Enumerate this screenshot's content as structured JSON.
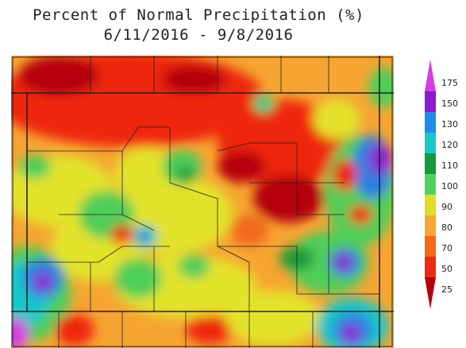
{
  "title": "Percent of Normal Precipitation (%)",
  "period": "6/11/2016 - 9/8/2016",
  "legend": {
    "labels": [
      "175",
      "150",
      "130",
      "120",
      "110",
      "100",
      "90",
      "80",
      "70",
      "50",
      "25"
    ],
    "colors": [
      "#d43de0",
      "#8a1ad3",
      "#1f8ee8",
      "#19c9c9",
      "#129c3a",
      "#52d35c",
      "#dede25",
      "#f7a833",
      "#f56919",
      "#ef2a14",
      "#b3000f"
    ]
  },
  "map_colors": {
    "dark_red": "#b5000d",
    "red": "#ee2711",
    "orange_red": "#f26a1a",
    "orange": "#f6a532",
    "yellow": "#e3e22a",
    "green": "#4fce59",
    "dark_green": "#1a9a3a",
    "cyan": "#19c7c9",
    "blue": "#2a7fe0",
    "purple": "#8a22d1",
    "magenta": "#d23fe0"
  }
}
